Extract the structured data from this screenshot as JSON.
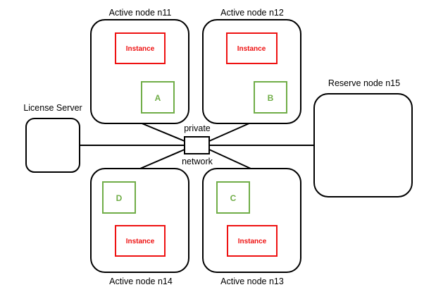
{
  "colors": {
    "instance": "#ee1111",
    "slot": "#70ad47",
    "stroke": "#000000"
  },
  "nodes": {
    "n11": {
      "label": "Active node n11",
      "instance": "Instance",
      "slot": "A"
    },
    "n12": {
      "label": "Active node n12",
      "instance": "Instance",
      "slot": "B"
    },
    "n13": {
      "label": "Active node n13",
      "instance": "Instance",
      "slot": "C"
    },
    "n14": {
      "label": "Active node n14",
      "instance": "Instance",
      "slot": "D"
    },
    "n15": {
      "label": "Reserve node n15"
    }
  },
  "license_server": {
    "label": "License Server"
  },
  "network": {
    "top": "private",
    "bottom": "network"
  }
}
